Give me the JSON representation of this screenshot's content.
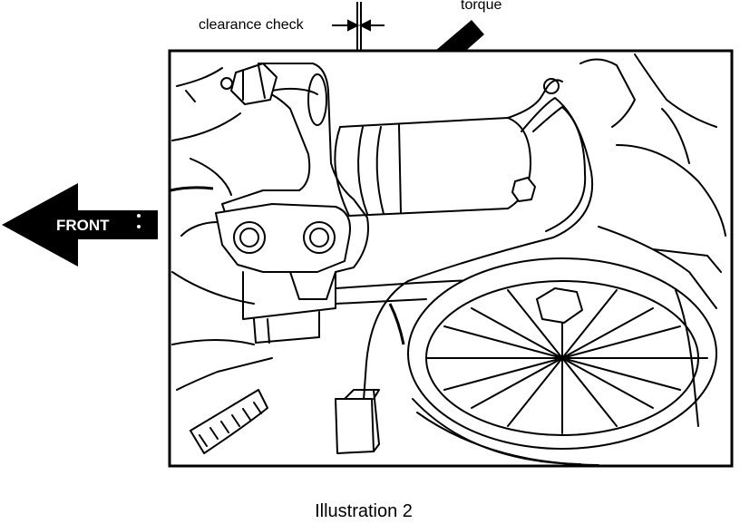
{
  "labels": {
    "clearance_check": "clearance check",
    "torque": "torque",
    "front": "FRONT",
    "caption": "Illustration 2"
  },
  "colors": {
    "ink": "#000000",
    "paper": "#ffffff"
  },
  "icons": {
    "front_arrow": "left-arrow-icon",
    "torque_arrow": "diagonal-arrow-icon",
    "clearance_arrows": "double-arrow-icon"
  }
}
